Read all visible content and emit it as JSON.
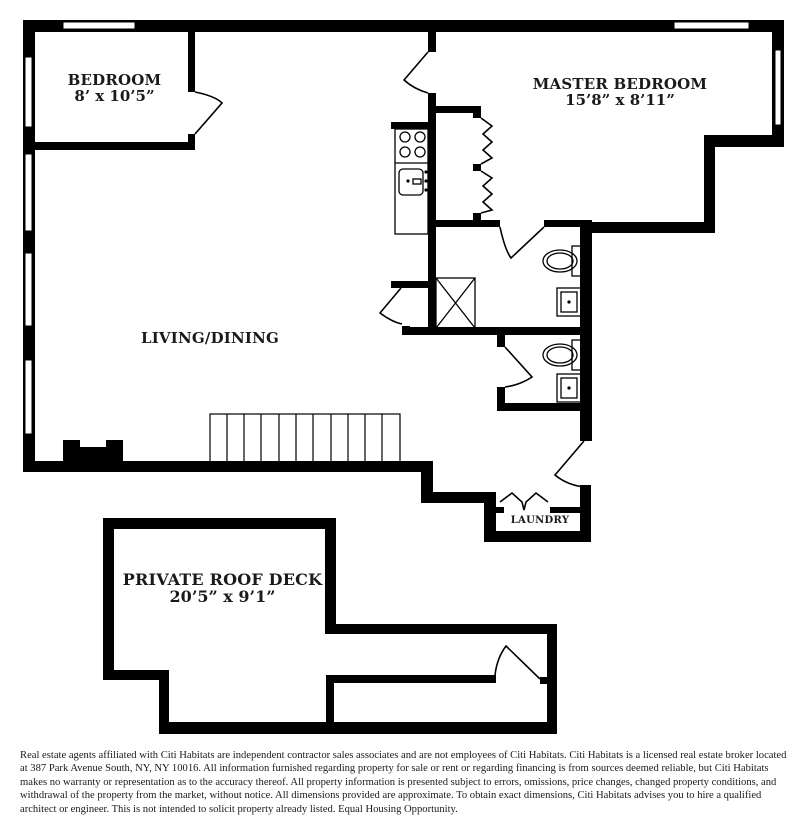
{
  "rooms": {
    "bedroom": {
      "name": "BEDROOM",
      "dimensions": "8’ x 10’5”"
    },
    "master_bedroom": {
      "name": "MASTER BEDROOM",
      "dimensions": "15’8” x 8’11”"
    },
    "living_dining": {
      "name": "LIVING/DINING"
    },
    "laundry": {
      "name": "LAUNDRY"
    },
    "roof_deck": {
      "name": "PRIVATE ROOF DECK",
      "dimensions": "20’5” x 9’1”"
    }
  },
  "fixtures": {
    "kitchen": {
      "burners": 4,
      "sink": 1
    },
    "bathrooms": 2,
    "stair_treads": 11,
    "fireplace": 1
  },
  "colors": {
    "wall": "#000000",
    "background": "#ffffff",
    "text": "#1a1a1a"
  },
  "disclaimer": "Real estate agents affiliated with Citi Habitats are independent contractor sales associates and are not employees of Citi Habitats. Citi Habitats is a licensed real estate broker located at 387 Park Avenue South, NY, NY 10016. All information furnished regarding property for sale or rent or regarding financing is from sources deemed reliable, but Citi Habitats makes no warranty or representation as to the accuracy thereof. All property information is presented subject to errors, omissions, price changes, changed property conditions, and withdrawal of the property from the market, without notice. All dimensions provided are approximate. To obtain exact dimensions, Citi Habitats advises you to hire a qualified architect or engineer. This is not intended to solicit property already listed. Equal Housing Opportunity."
}
